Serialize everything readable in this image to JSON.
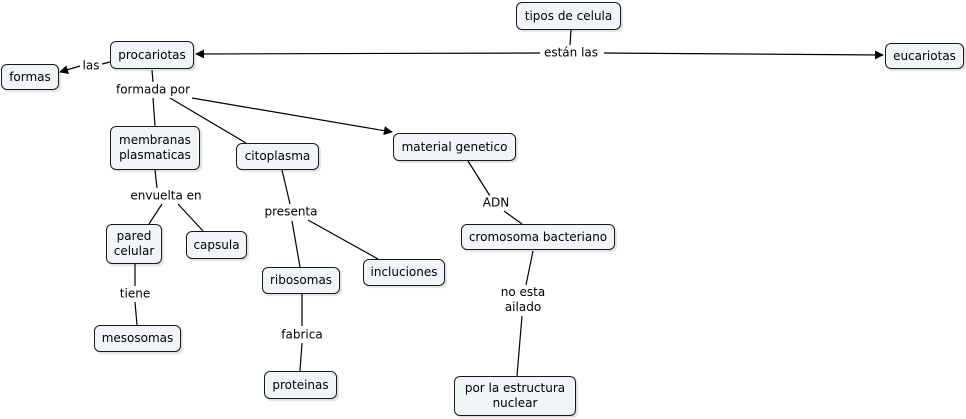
{
  "concepts": {
    "tipos_de_celula": "tipos de celula",
    "procariotas": "procariotas",
    "eucariotas": "eucariotas",
    "formas": "formas",
    "membranas_plasmaticas": "membranas\nplasmaticas",
    "citoplasma": "citoplasma",
    "material_genetico": "material genetico",
    "pared_celular": "pared\ncelular",
    "capsula": "capsula",
    "ribosomas": "ribosomas",
    "incluciones": "incluciones",
    "cromosoma_bacteriano": "cromosoma bacteriano",
    "mesosomas": "mesosomas",
    "proteinas": "proteinas",
    "estructura_nuclear": "por la estructura\nnuclear"
  },
  "linking_phrases": {
    "estan_las": "están las",
    "las": "las",
    "formada_por": "formada por",
    "envuelta_en": "envuelta en",
    "presenta": "presenta",
    "adn": "ADN",
    "tiene": "tiene",
    "fabrica": "fabrica",
    "no_esta_ailado": "no esta\nailado"
  },
  "colors": {
    "node_fill": "#f0f6f8",
    "node_border": "#1a1a1a",
    "line": "#000000"
  }
}
